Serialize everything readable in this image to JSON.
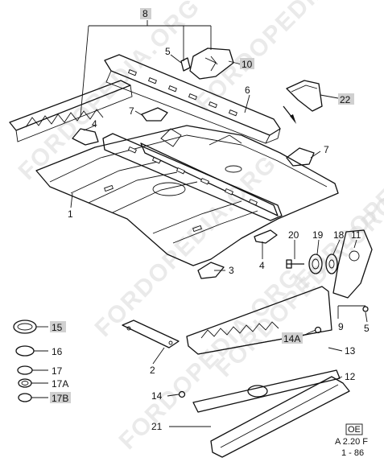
{
  "watermark": "FORDOPEDIA.ORG",
  "callouts": {
    "c1": "1",
    "c2": "2",
    "c3": "3",
    "c4a": "4",
    "c4b": "4",
    "c5a": "5",
    "c5b": "5",
    "c6": "6",
    "c7a": "7",
    "c7b": "7",
    "c8": "8",
    "c9": "9",
    "c10": "10",
    "c11": "11",
    "c12": "12",
    "c13": "13",
    "c14": "14",
    "c14a": "14A",
    "c15": "15",
    "c16": "16",
    "c17": "17",
    "c17a": "17A",
    "c17b": "17B",
    "c18": "18",
    "c19": "19",
    "c20": "20",
    "c21": "21",
    "c22": "22"
  },
  "reference": {
    "box": "OE",
    "section": "A 2.20 F",
    "date": "1 - 86"
  }
}
